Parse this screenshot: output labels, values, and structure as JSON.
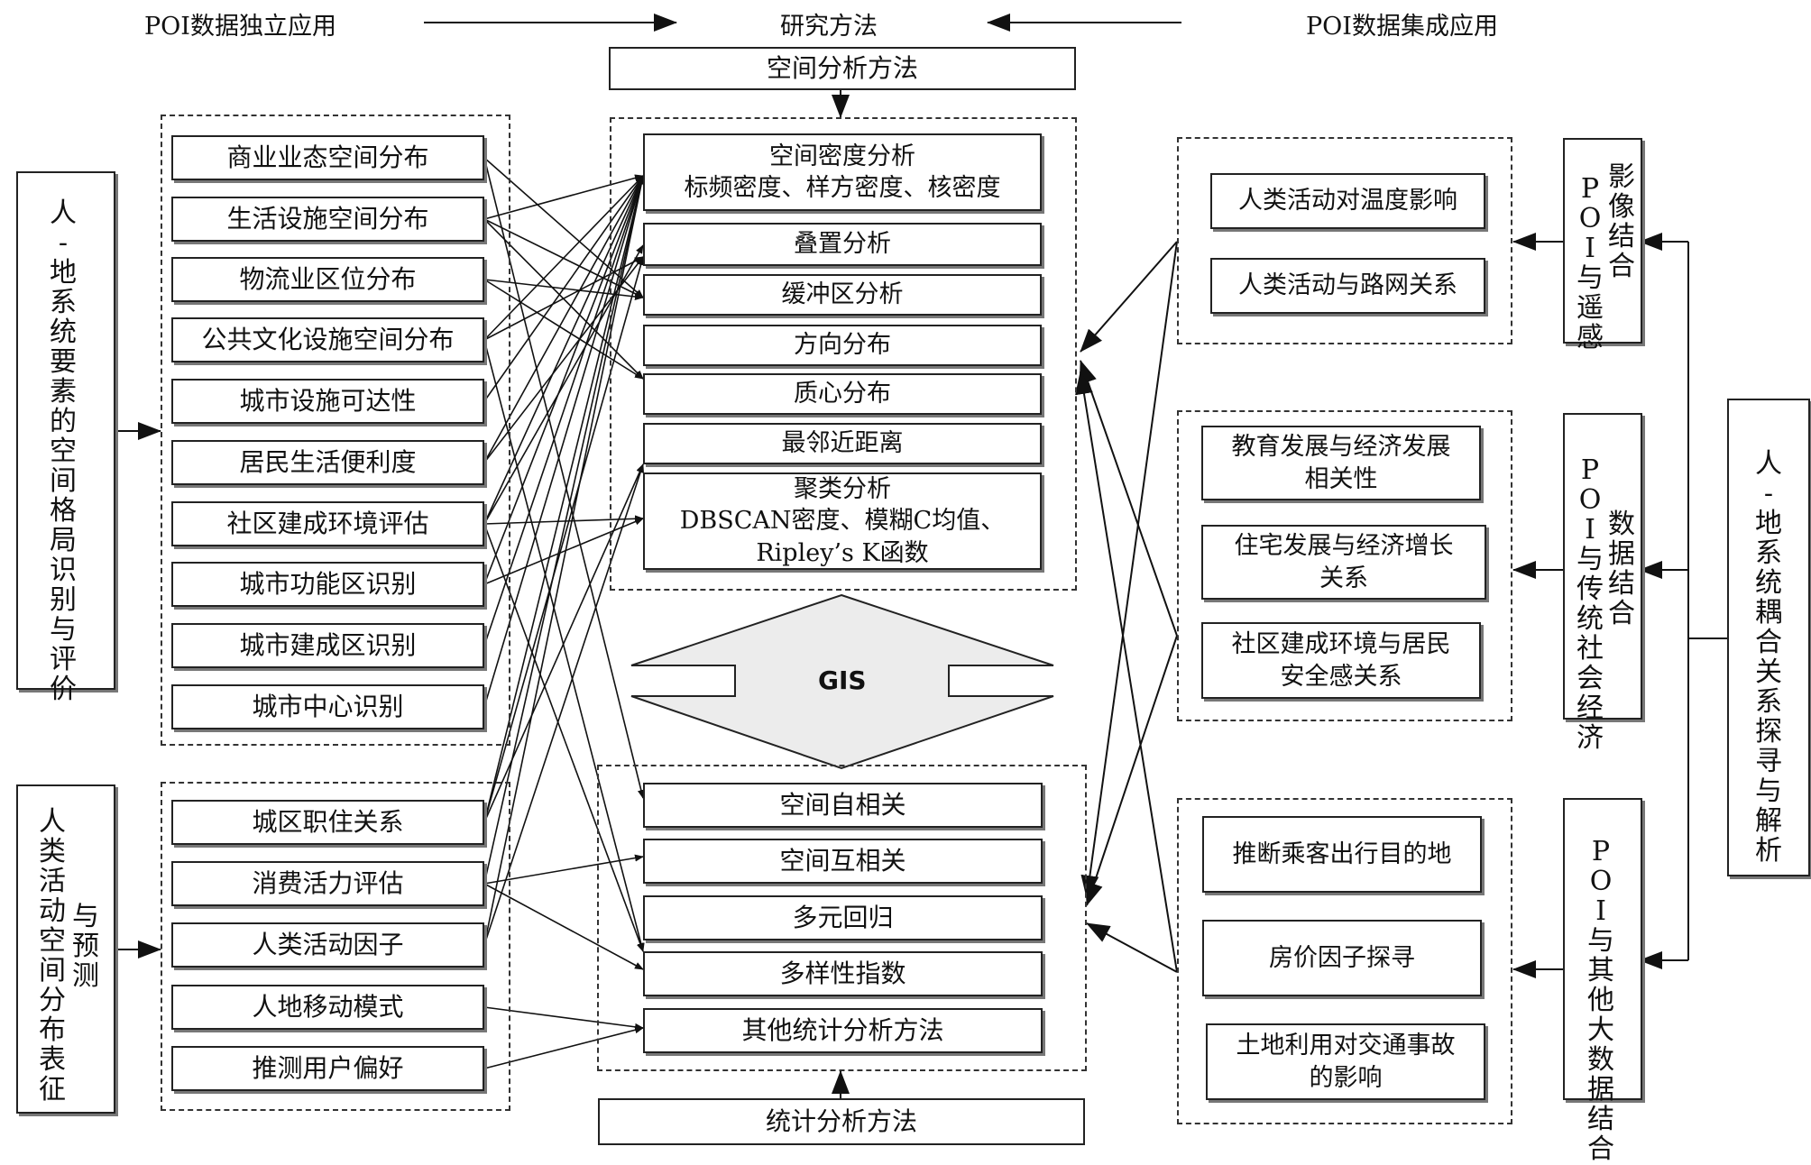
{
  "headers": {
    "left": "POI数据独立应用",
    "center": "研究方法",
    "right": "POI数据集成应用"
  },
  "spatial_methods_title": "空间分析方法",
  "statistical_methods_title": "统计分析方法",
  "gis_label": "GIS",
  "left_group1_title": "人-地系统要素的空间格局识别与评价",
  "left_group2_title_a": "人类活动空间分布表征",
  "left_group2_title_b": "与预测",
  "right_main_title": "人-地系统耦合关系探寻与解析",
  "group1_items": [
    "商业业态空间分布",
    "生活设施空间分布",
    "物流业区位分布",
    "公共文化设施空间分布",
    "城市设施可达性",
    "居民生活便利度",
    "社区建成环境评估",
    "城市功能区识别",
    "城市建成区识别",
    "城市中心识别"
  ],
  "group2_items": [
    "城区职住关系",
    "消费活力评估",
    "人类活动因子",
    "人地移动模式",
    "推测用户偏好"
  ],
  "spatial_items": [
    "空间密度分析\n标频密度、样方密度、核密度",
    "叠置分析",
    "缓冲区分析",
    "方向分布",
    "质心分布",
    "最邻近距离",
    "聚类分析\nDBSCAN密度、模糊C均值、\nRipley’s K函数"
  ],
  "stat_items": [
    "空间自相关",
    "空间互相关",
    "多元回归",
    "多样性指数",
    "其他统计分析方法"
  ],
  "right_groups": [
    {
      "label_a": "影像结合",
      "label_b": "POI与遥感",
      "items": [
        "人类活动对温度影响",
        "人类活动与路网关系"
      ]
    },
    {
      "label_a": "数据结合",
      "label_b": "POI与传统社会经济",
      "items": [
        "教育发展与经济发展\n相关性",
        "住宅发展与经济增长\n关系",
        "社区建成环境与居民\n安全感关系"
      ]
    },
    {
      "label_a": "",
      "label_b": "POI与其他大数据结合",
      "items": [
        "推断乘客出行目的地",
        "房价因子探寻",
        "土地利用对交通事故\n的影响"
      ]
    }
  ]
}
